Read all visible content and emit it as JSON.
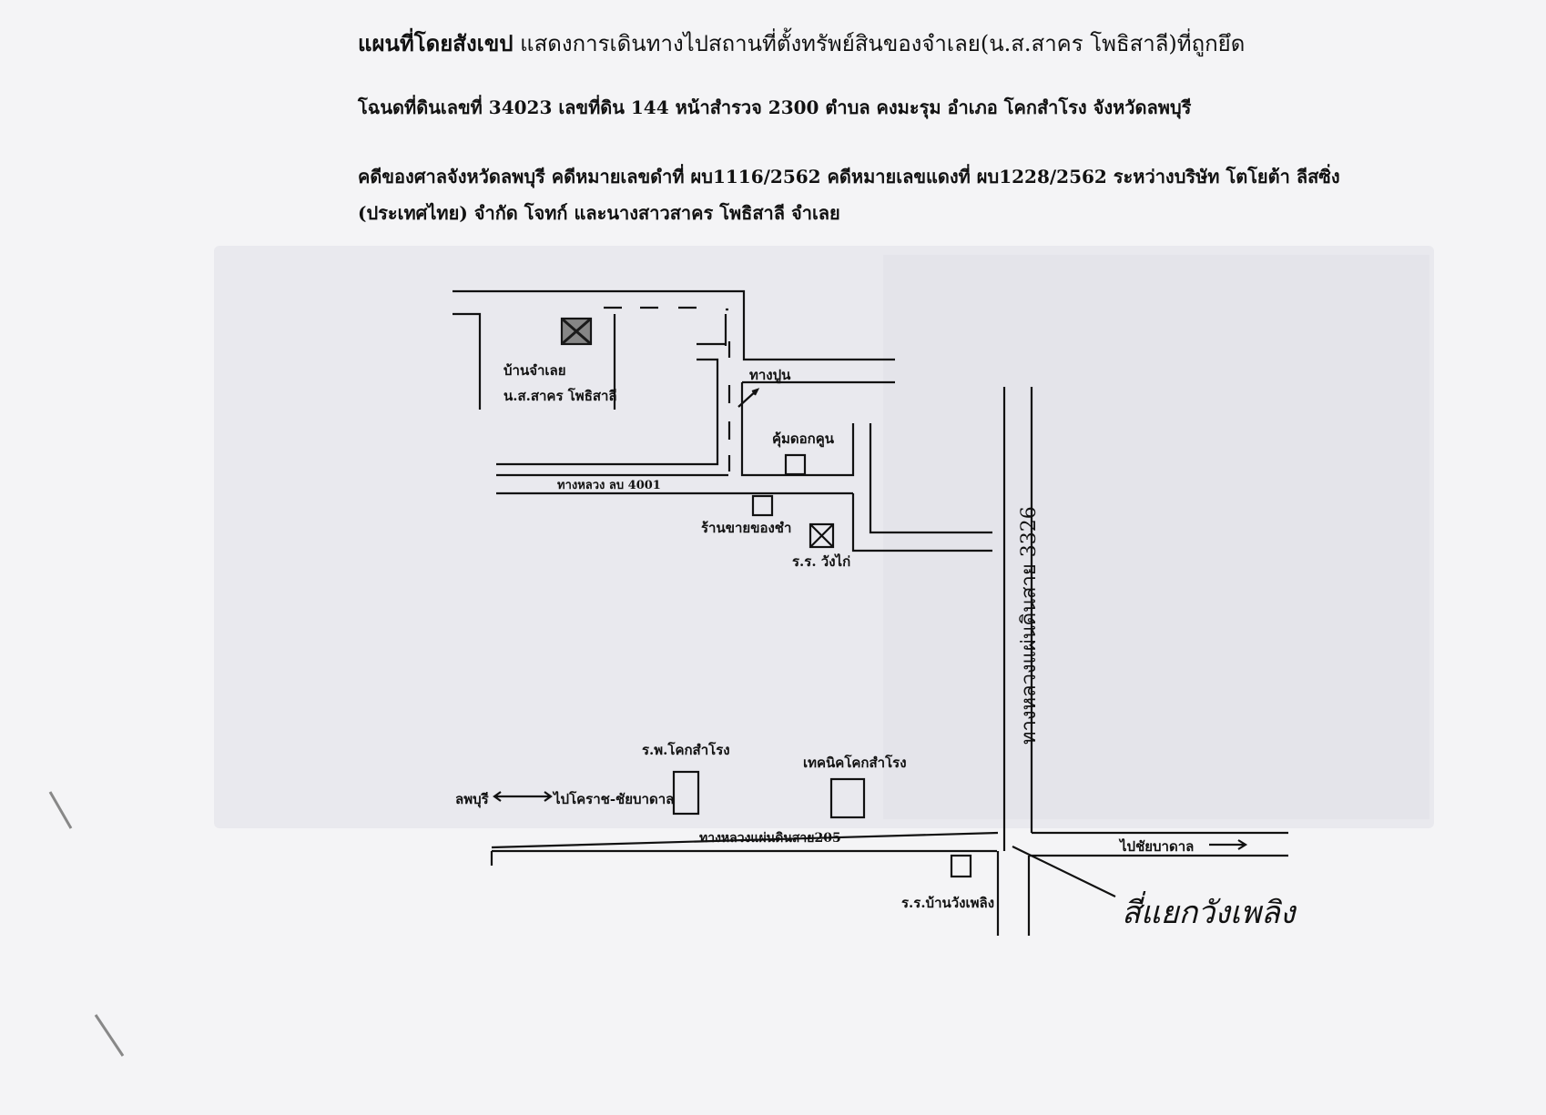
{
  "header": {
    "title_bold": "แผนที่โดยสังเขป",
    "title_rest": " แสดงการเดินทางไปสถานที่ตั้งทรัพย์สินของจำเลย(น.ส.สาคร โพธิสาลี)ที่ถูกยึด",
    "deed_line": "โฉนดที่ดินเลขที่ 34023 เลขที่ดิน 144 หน้าสำรวจ 2300 ตำบล คงมะรุม อำเภอ โคกสำโรง จังหวัดลพบุรี",
    "case_line": "คดีของศาลจังหวัดลพบุรี คดีหมายเลขดำที่ ผบ1116/2562 คดีหมายเลขแดงที่ ผบ1228/2562 ระหว่างบริษัท โตโยต้า ลีสซิ่ง",
    "parties_line": "(ประเทศไทย) จำกัด โจทก์ และนางสาวสาคร โพธิสาลี จำเลย"
  },
  "map": {
    "defendant_house_line1": "บ้านจำเลย",
    "defendant_house_line2": "น.ส.สาคร โพธิสาลี",
    "cement_road": "ทางปูน",
    "kum_dok_khun": "คุ้มดอกคูน",
    "highway_4001": "ทางหลวง ลบ 4001",
    "grocery_shop": "ร้านขายของชำ",
    "school_wang_kai": "ร.ร. วังไก่",
    "highway_3326": "ทางหลวงแผ่นดินสาย 3326",
    "hospital": "ร.พ.โคกสำโรง",
    "technical_college": "เทคนิคโคกสำโรง",
    "lopburi_direction": "ลพบุรี",
    "korat_chaibadan": "ไปโคราช-ชัยบาดาล",
    "highway_205": "ทางหลวงแผ่นดินสาย205",
    "to_chaibadan": "ไปชัยบาดาล",
    "school_ban_wang_phloeng": "ร.ร.บ้านวังเพลิง",
    "intersection": "สี่แยกวังเพลิง"
  },
  "colors": {
    "ink": "#111111",
    "paper": "#f4f4f6"
  }
}
